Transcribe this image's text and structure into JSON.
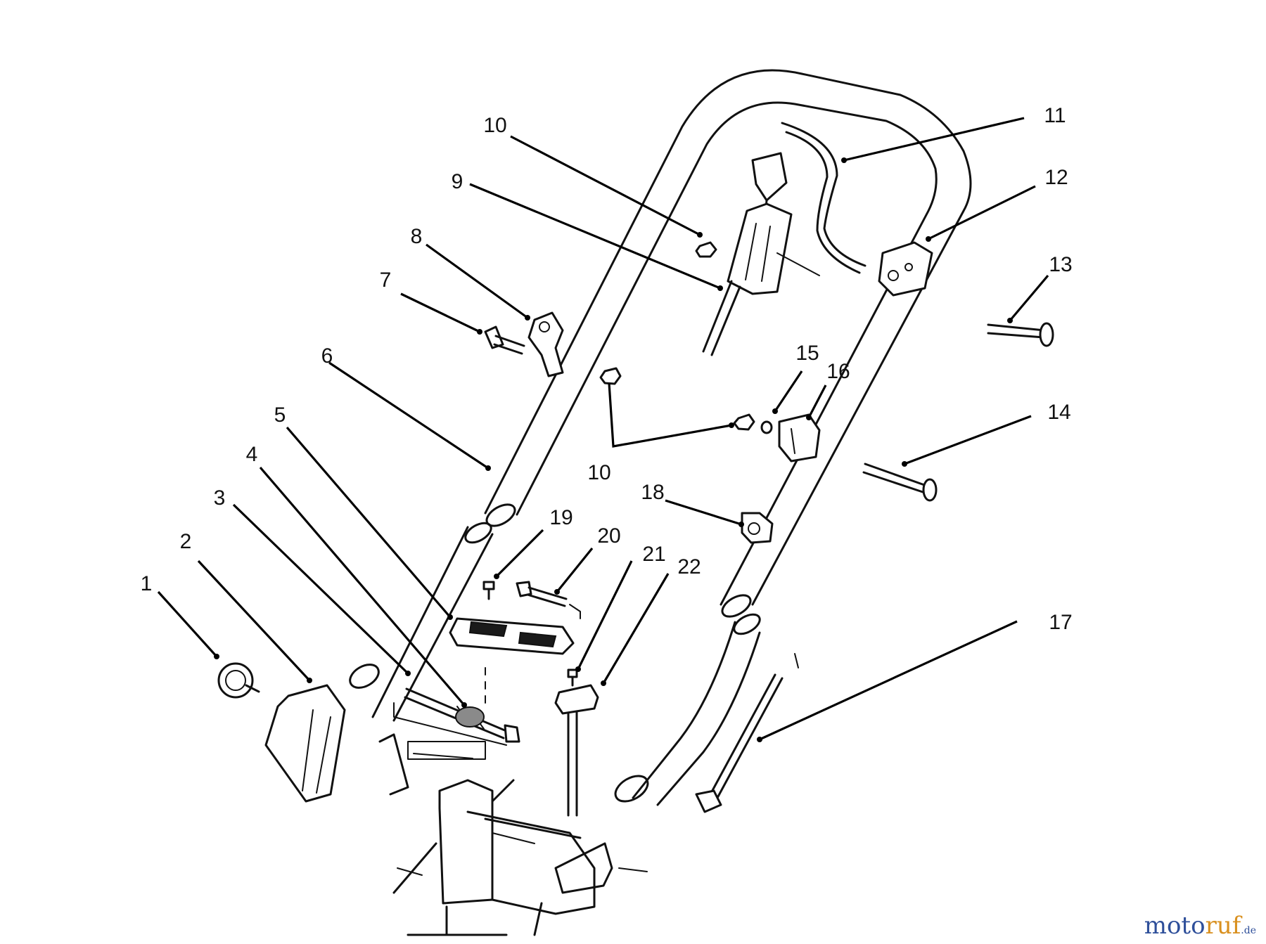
{
  "callouts": [
    {
      "id": "c1",
      "text": "1"
    },
    {
      "id": "c2",
      "text": "2"
    },
    {
      "id": "c3",
      "text": "3"
    },
    {
      "id": "c4",
      "text": "4"
    },
    {
      "id": "c5",
      "text": "5"
    },
    {
      "id": "c6",
      "text": "6"
    },
    {
      "id": "c7",
      "text": "7"
    },
    {
      "id": "c8",
      "text": "8"
    },
    {
      "id": "c9",
      "text": "9"
    },
    {
      "id": "c10a",
      "text": "10"
    },
    {
      "id": "c10b",
      "text": "10"
    },
    {
      "id": "c11",
      "text": "11"
    },
    {
      "id": "c12",
      "text": "12"
    },
    {
      "id": "c13",
      "text": "13"
    },
    {
      "id": "c14",
      "text": "14"
    },
    {
      "id": "c15",
      "text": "15"
    },
    {
      "id": "c16",
      "text": "16"
    },
    {
      "id": "c17",
      "text": "17"
    },
    {
      "id": "c18",
      "text": "18"
    },
    {
      "id": "c19",
      "text": "19"
    },
    {
      "id": "c20",
      "text": "20"
    },
    {
      "id": "c21",
      "text": "21"
    },
    {
      "id": "c22",
      "text": "22"
    }
  ],
  "watermark": {
    "main": "moto",
    "accent": "ruf",
    "suffix": ".de"
  },
  "colors": {
    "line": "#111111",
    "watermark_blue": "#2e4f9a",
    "watermark_orange": "#d9901f"
  }
}
